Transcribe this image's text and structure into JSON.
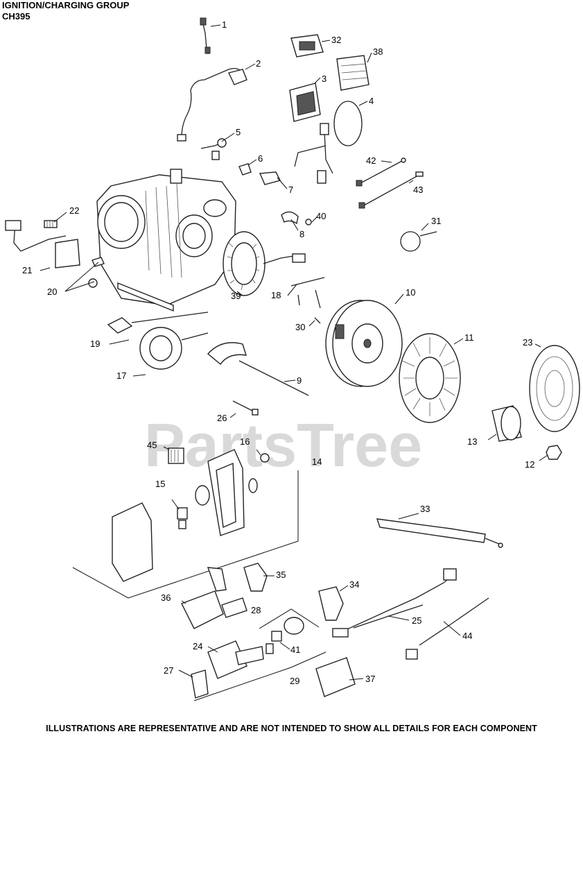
{
  "header": {
    "title": "IGNITION/CHARGING GROUP",
    "model": "CH395"
  },
  "watermark": "PartsTree",
  "callouts": [
    "1",
    "2",
    "3",
    "4",
    "5",
    "6",
    "7",
    "8",
    "9",
    "10",
    "11",
    "12",
    "13",
    "14",
    "15",
    "16",
    "17",
    "18",
    "19",
    "20",
    "21",
    "22",
    "23",
    "24",
    "25",
    "26",
    "27",
    "28",
    "29",
    "30",
    "31",
    "32",
    "33",
    "34",
    "35",
    "36",
    "37",
    "38",
    "39",
    "40",
    "41",
    "42",
    "43",
    "44",
    "45"
  ],
  "footer": "ILLUSTRATIONS ARE REPRESENTATIVE AND ARE NOT INTENDED TO SHOW ALL DETAILS FOR EACH COMPONENT",
  "colors": {
    "line": "#222222",
    "watermark": "#d9d9d9",
    "background": "#ffffff"
  }
}
